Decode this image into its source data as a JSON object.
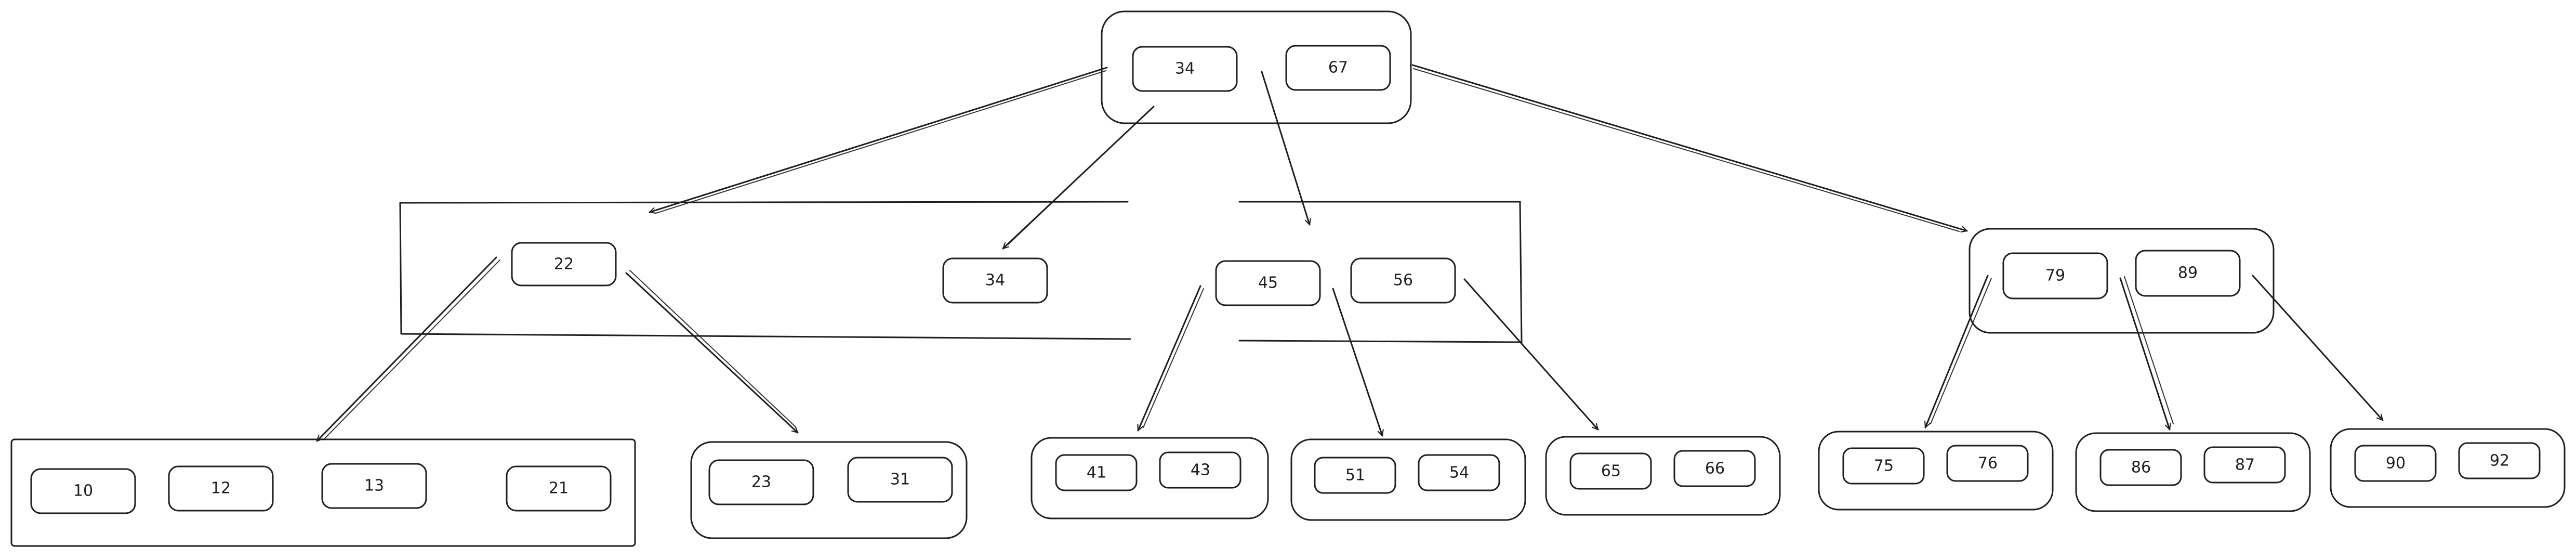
{
  "tree": {
    "root": {
      "keys": [
        "34",
        "67"
      ]
    },
    "level1": {
      "left_group": {
        "keys": [
          "22",
          "34"
        ]
      },
      "middle": {
        "keys": [
          "45",
          "56"
        ]
      },
      "right": {
        "keys": [
          "79",
          "89"
        ]
      }
    },
    "leaves": [
      {
        "keys": [
          "10",
          "12",
          "13",
          "21"
        ]
      },
      {
        "keys": [
          "23",
          "31"
        ]
      },
      {
        "keys": [
          "41",
          "43"
        ]
      },
      {
        "keys": [
          "51",
          "54"
        ]
      },
      {
        "keys": [
          "65",
          "66"
        ]
      },
      {
        "keys": [
          "75",
          "76"
        ]
      },
      {
        "keys": [
          "86",
          "87"
        ]
      },
      {
        "keys": [
          "90",
          "92"
        ]
      }
    ]
  }
}
